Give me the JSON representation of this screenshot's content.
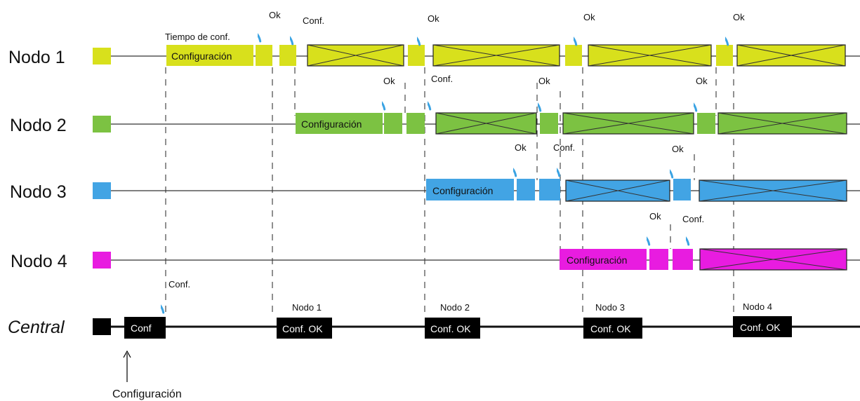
{
  "rows": [
    {
      "name": "Nodo 1",
      "color": "#d8e01c"
    },
    {
      "name": "Nodo 2",
      "color": "#7cc242"
    },
    {
      "name": "Nodo 3",
      "color": "#42a4e4"
    },
    {
      "name": "Nodo 4",
      "color": "#e81ce0"
    },
    {
      "name": "Central",
      "color": "#000000"
    }
  ],
  "labels": {
    "tiempo_conf": "Tiempo de conf.",
    "configuracion_block": "Configuración",
    "ok": "Ok",
    "conf": "Conf.",
    "central_conf_box": "Conf",
    "central_ack": [
      "Nodo 1",
      "Nodo 2",
      "Nodo 3",
      "Nodo 4"
    ],
    "conf_ok": "Conf. OK",
    "bottom_annotation": "Configuración"
  },
  "colors": {
    "wifi": "#3aa3e3",
    "line": "#222222"
  }
}
